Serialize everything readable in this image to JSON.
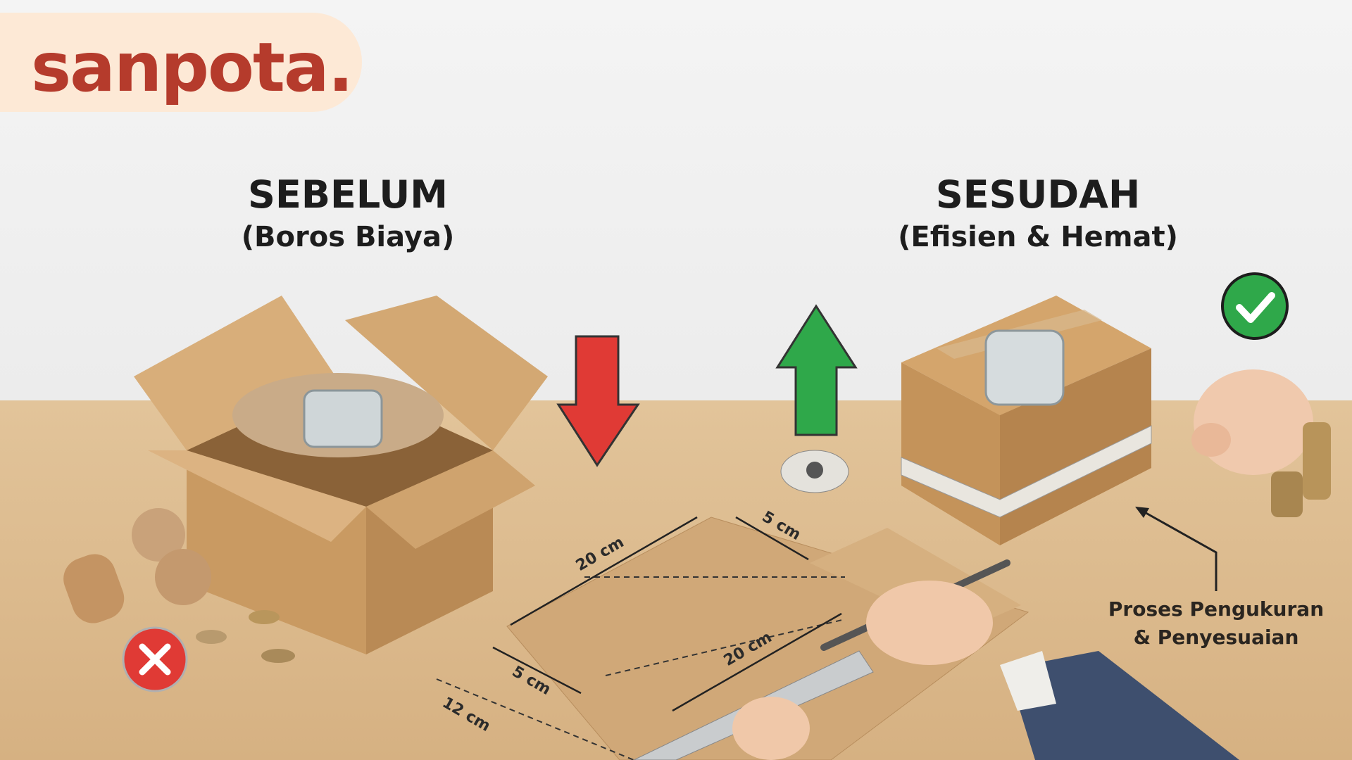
{
  "logo": {
    "text": "sanpota.",
    "brand_color": "#b53b2c",
    "pill_color": "#fde9d6"
  },
  "before": {
    "title": "SEBELUM",
    "subtitle": "(Boros Biaya)",
    "indicator": "down-arrow",
    "badge": "x-icon",
    "arrow_color": "#e03a35"
  },
  "after": {
    "title": "SESUDAH",
    "subtitle": "(Efisien & Hemat)",
    "indicator": "up-arrow",
    "badge": "check-icon",
    "arrow_color": "#2fa84a"
  },
  "dimensions": [
    "20 cm",
    "5 cm",
    "20 cm",
    "5 cm",
    "12 cm"
  ],
  "caption": {
    "line1": "Proses Pengukuran",
    "line2": "& Penyesuaian"
  }
}
